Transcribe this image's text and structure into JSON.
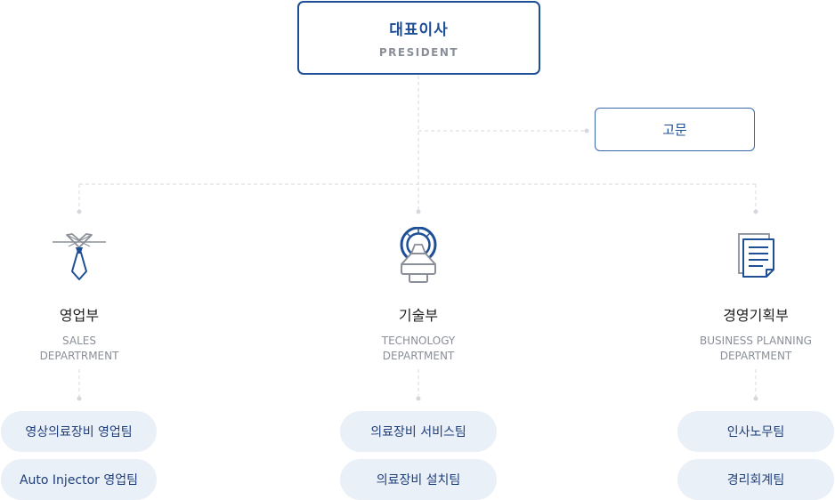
{
  "president": {
    "title": "대표이사",
    "subtitle": "PRESIDENT"
  },
  "advisor": {
    "label": "고문"
  },
  "departments": [
    {
      "name": "영업부",
      "name_en": "SALES\nDEPARTRMENT",
      "icon": "necktie-icon",
      "teams": [
        "영상의료장비 영업팀",
        "Auto Injector 영업팀"
      ]
    },
    {
      "name": "기술부",
      "name_en": "TECHNOLOGY\nDEPARTMENT",
      "icon": "medical-scanner-icon",
      "teams": [
        "의료장비 서비스팀",
        "의료장비 설치팀"
      ]
    },
    {
      "name": "경영기획부",
      "name_en": "BUSINESS PLANNING\nDEPARTMENT",
      "icon": "document-icon",
      "teams": [
        "인사노무팀",
        "경리회계팀"
      ]
    }
  ],
  "colors": {
    "primary": "#1e4f96",
    "line": "#d4d8de",
    "team_bg": "#eaf0f8",
    "muted": "#8a8f98"
  }
}
